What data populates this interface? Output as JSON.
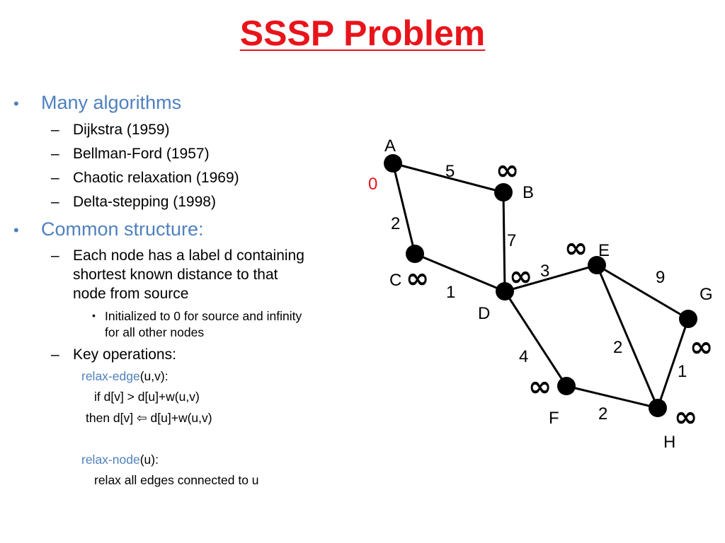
{
  "title": "SSSP Problem",
  "content": {
    "many_algorithms": "Many algorithms",
    "algorithms": [
      "Dijkstra (1959)",
      "Bellman-Ford  (1957)",
      "Chaotic relaxation (1969)",
      "Delta-stepping (1998)"
    ],
    "common_structure": "Common structure:",
    "label_desc_lines": [
      "Each node has a label d containing",
      "shortest known distance to that",
      "node from source"
    ],
    "init_lines": [
      "Initialized to 0 for source and infinity",
      "for all other nodes"
    ],
    "key_operations": "Key operations:",
    "relax_edge_name": "relax-edge",
    "relax_edge_sig": "(u,v):",
    "relax_edge_if": "if d[v] > d[u]+w(u,v)",
    "relax_edge_then_prefix": "then d[v] ",
    "relax_edge_arrow": "⇦",
    "relax_edge_then_suffix": " d[u]+w(u,v)",
    "relax_node_name": "relax-node",
    "relax_node_sig": "(u):",
    "relax_node_body": "relax all edges connected to u"
  },
  "graph": {
    "nodes": [
      {
        "id": "A",
        "label": "A",
        "dist": "0"
      },
      {
        "id": "B",
        "label": "B",
        "dist": "∞"
      },
      {
        "id": "C",
        "label": "C",
        "dist": "∞"
      },
      {
        "id": "D",
        "label": "D",
        "dist": "∞"
      },
      {
        "id": "E",
        "label": "E",
        "dist": "∞"
      },
      {
        "id": "F",
        "label": "F",
        "dist": "∞"
      },
      {
        "id": "G",
        "label": "G",
        "dist": "∞"
      },
      {
        "id": "H",
        "label": "H",
        "dist": "∞"
      }
    ],
    "edges": [
      {
        "from": "A",
        "to": "B",
        "weight": "5"
      },
      {
        "from": "A",
        "to": "C",
        "weight": "2"
      },
      {
        "from": "B",
        "to": "D",
        "weight": "7"
      },
      {
        "from": "C",
        "to": "D",
        "weight": "1"
      },
      {
        "from": "D",
        "to": "E",
        "weight": "3"
      },
      {
        "from": "D",
        "to": "F",
        "weight": "4"
      },
      {
        "from": "E",
        "to": "G",
        "weight": "9"
      },
      {
        "from": "E",
        "to": "H",
        "weight": "2"
      },
      {
        "from": "G",
        "to": "H",
        "weight": "1"
      },
      {
        "from": "F",
        "to": "H",
        "weight": "2"
      }
    ]
  },
  "colors": {
    "title": "#e8141b",
    "accent_blue": "#4f81bd",
    "source_distance": "#e8141b",
    "node": "#000000"
  }
}
